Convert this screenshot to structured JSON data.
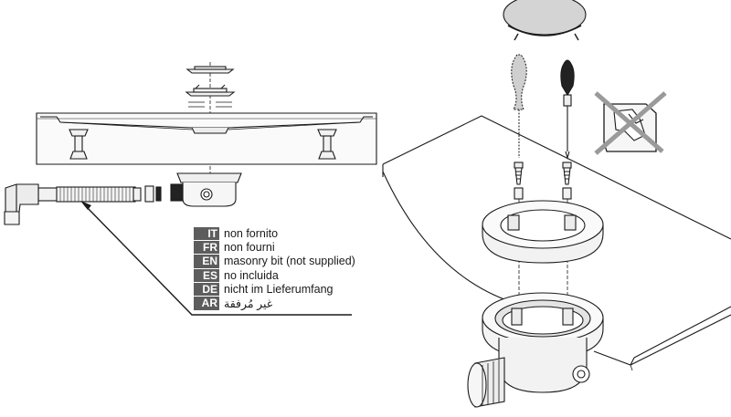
{
  "legend": {
    "rows": [
      {
        "code": "IT",
        "text": "non fornito"
      },
      {
        "code": "FR",
        "text": "non fourni"
      },
      {
        "code": "EN",
        "text": "masonry bit (not supplied)"
      },
      {
        "code": "ES",
        "text": "no incluida"
      },
      {
        "code": "DE",
        "text": "nicht im Lieferumfang"
      },
      {
        "code": "AR",
        "text": "غير مُرفقة"
      }
    ]
  },
  "icons": {
    "no_drill": "no-drill-icon",
    "screwdriver": "screwdriver-icon",
    "masonry_bit": "masonry-bit-icon"
  },
  "colors": {
    "line": "#1a1a1a",
    "legend_code_bg": "#5d5d5d",
    "cover_fill": "#d4d4d4",
    "part_fill": "#ededed",
    "dark_part": "#222222",
    "cross": "#9a9a9a"
  }
}
